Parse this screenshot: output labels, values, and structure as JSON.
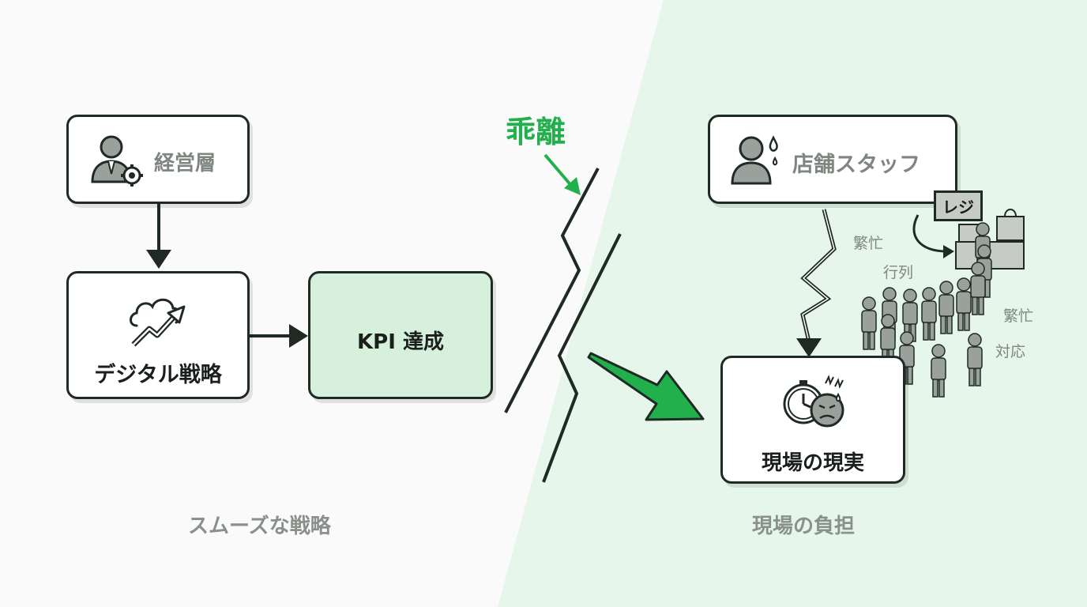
{
  "colors": {
    "accent": "#21b04b",
    "kpi_fill": "#d6f0dc",
    "right_bg": "#e6f6ea",
    "outline": "#1f2a24",
    "muted_text": "#7f8680"
  },
  "left": {
    "management_label": "経営層",
    "strategy_label": "デジタル戦略",
    "kpi_label": "KPI 達成",
    "caption": "スムーズな戦略"
  },
  "gap": {
    "label": "乖離"
  },
  "right": {
    "staff_label": "店舗スタッフ",
    "register_label": "レジ",
    "reality_label": "現場の現実",
    "caption": "現場の負担",
    "annotations": [
      "繁忙",
      "行列",
      "繁忙",
      "対応"
    ]
  },
  "icons": {
    "management": "executive-with-gear-icon",
    "strategy": "cloud-growth-arrow-icon",
    "staff": "stressed-person-icon",
    "reality": "stopwatch-frustrated-face-icon",
    "register": "cash-register-icon",
    "bag": "shopping-bag-icon",
    "queue": "customer-queue-icon"
  }
}
